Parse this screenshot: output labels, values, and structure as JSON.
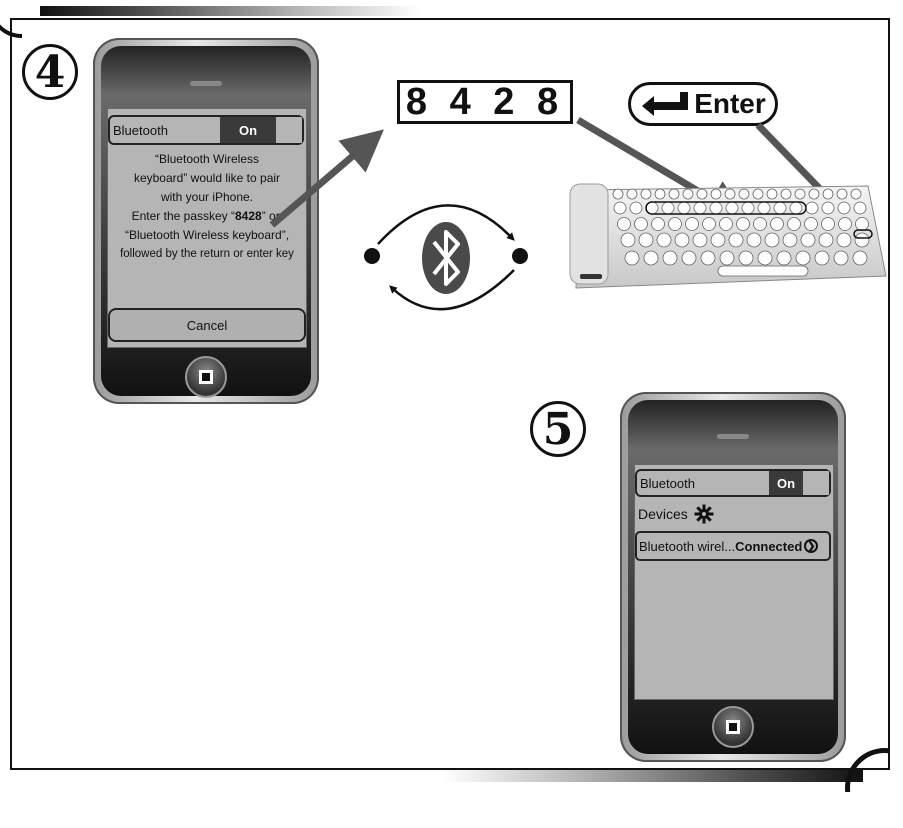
{
  "step4": {
    "number": "4",
    "bluetooth_label": "Bluetooth",
    "bluetooth_state": "On",
    "pair_lines": [
      "“Bluetooth Wireless",
      "keyboard” would like to pair",
      "with your iPhone.",
      "",
      "“Bluetooth Wireless keyboard”,",
      "followed by the return or enter key"
    ],
    "passkey_prefix": "Enter the passkey “",
    "passkey_value": "8428",
    "passkey_suffix": "” on",
    "cancel_label": "Cancel"
  },
  "passkey_display": "8 4 2 8",
  "enter_key_label": "Enter",
  "step5": {
    "number": "5",
    "bluetooth_label": "Bluetooth",
    "bluetooth_state": "On",
    "devices_label": "Devices",
    "device_name": "Bluetooth wirel...",
    "device_status": "Connected"
  },
  "icons": [
    "bluetooth-icon",
    "gear-icon",
    "chevron-right-icon",
    "home-button-icon",
    "enter-arrow-icon"
  ],
  "colors": {
    "ink": "#111111",
    "screen": "#b5b5b5",
    "toggle_on": "#3a3a3a"
  }
}
